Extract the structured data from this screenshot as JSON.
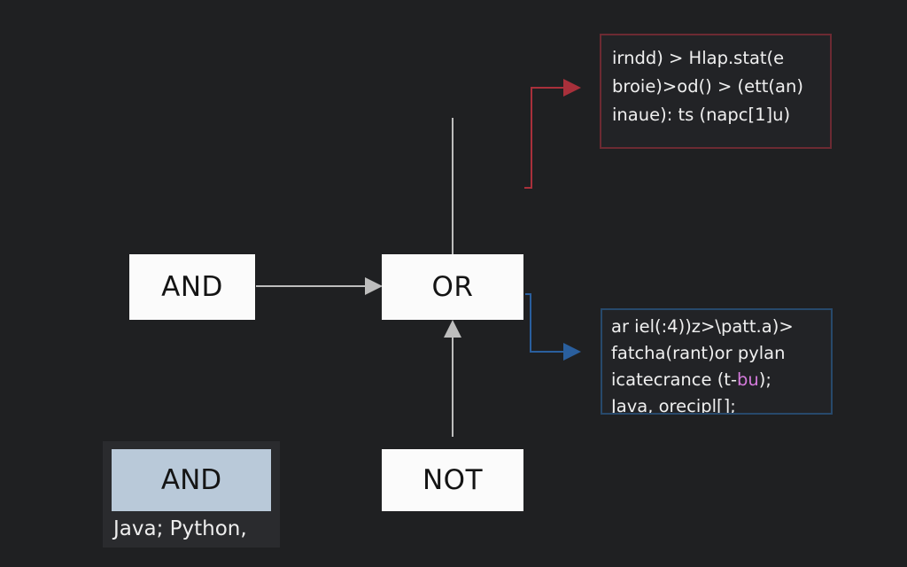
{
  "colors": {
    "background": "#1f2022",
    "gate_fill": "#fbfbfb",
    "wire": "#bdbdbd",
    "red_accent": "#a8303b",
    "blue_accent": "#2a5f9e",
    "legend_chip": "#b9c9d9"
  },
  "gates": {
    "and": "AND",
    "or": "OR",
    "not": "NOT"
  },
  "code_top": {
    "lines": [
      "irndd) > Hlap.stat(e",
      "broie)>od() > (ett(an)",
      "inaue): ts (napc[1]u)"
    ]
  },
  "code_bottom": {
    "line1": "ar iel(:4))z>\\patt.a)>",
    "line2": "fatcha(rant)or pylan",
    "line3_pre": "icatecrance (t-",
    "line3_hl": "bu",
    "line3_post": ");",
    "line4": "Java, orecipl[];"
  },
  "legend": {
    "chip_label": "AND",
    "caption": "Java;  Python,"
  }
}
